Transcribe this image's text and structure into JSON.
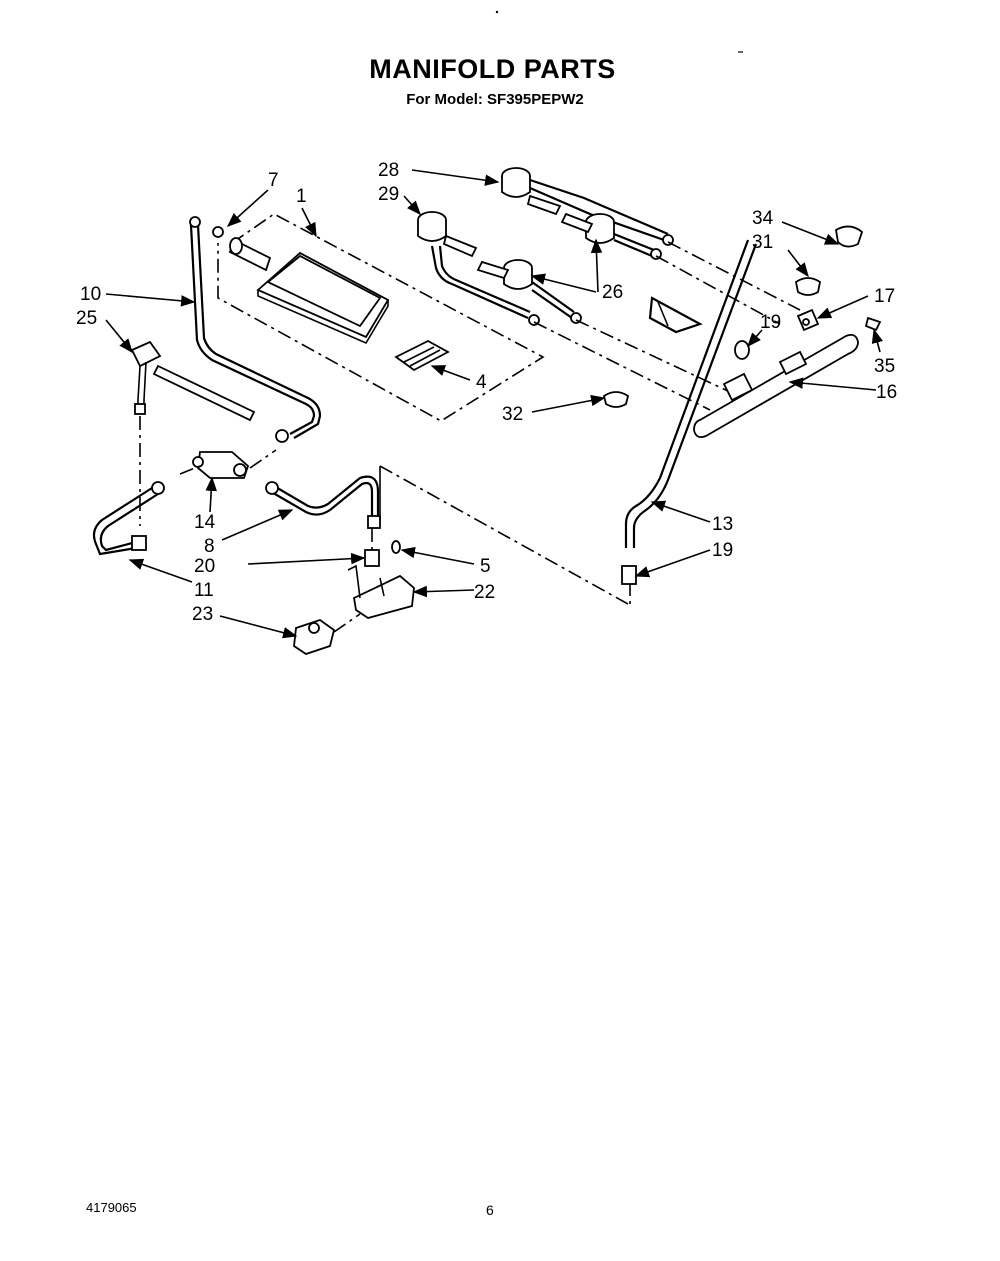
{
  "header": {
    "title": "MANIFOLD PARTS",
    "subtitle": "For Model: SF395PEPW2"
  },
  "callouts": [
    {
      "id": "c7",
      "label": "7"
    },
    {
      "id": "c1",
      "label": "1"
    },
    {
      "id": "c28",
      "label": "28"
    },
    {
      "id": "c29",
      "label": "29"
    },
    {
      "id": "c34",
      "label": "34"
    },
    {
      "id": "c31",
      "label": "31"
    },
    {
      "id": "c17",
      "label": "17"
    },
    {
      "id": "c10",
      "label": "10"
    },
    {
      "id": "c25",
      "label": "25"
    },
    {
      "id": "c26",
      "label": "26"
    },
    {
      "id": "c19a",
      "label": "19"
    },
    {
      "id": "c35",
      "label": "35"
    },
    {
      "id": "c16",
      "label": "16"
    },
    {
      "id": "c4",
      "label": "4"
    },
    {
      "id": "c32",
      "label": "32"
    },
    {
      "id": "c14",
      "label": "14"
    },
    {
      "id": "c13",
      "label": "13"
    },
    {
      "id": "c8",
      "label": "8"
    },
    {
      "id": "c19b",
      "label": "19"
    },
    {
      "id": "c20",
      "label": "20"
    },
    {
      "id": "c5",
      "label": "5"
    },
    {
      "id": "c11",
      "label": "11"
    },
    {
      "id": "c22",
      "label": "22"
    },
    {
      "id": "c23",
      "label": "23"
    }
  ],
  "footer": {
    "part_number": "4179065",
    "page_number": "6"
  }
}
